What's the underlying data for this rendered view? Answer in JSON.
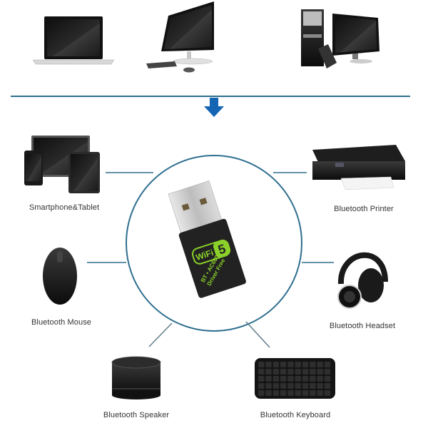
{
  "colors": {
    "line": "#2f6f8f",
    "arrow": "#1565b5",
    "device_dark": "#1b1b1b",
    "dongle_body": "#222222",
    "dongle_text": "#8bd12a",
    "usb_metal": "#c9c9c9"
  },
  "top_devices": [
    {
      "name": "laptop",
      "icon": "laptop-icon"
    },
    {
      "name": "all-in-one desktop",
      "icon": "monitor-icon"
    },
    {
      "name": "desktop tower PC",
      "icon": "desktop-tower-icon"
    }
  ],
  "center": {
    "product": "USB WiFi Bluetooth adapter",
    "badge_wifi": "WiFi",
    "badge_number": "5",
    "line1": "BT • AC600",
    "line2": "Driver Free"
  },
  "peripherals": [
    {
      "label": "Smartphone&Tablet",
      "icon": "smartphone-tablet-icon"
    },
    {
      "label": "Bluetooth Printer",
      "icon": "printer-icon"
    },
    {
      "label": "Bluetooth Mouse",
      "icon": "mouse-icon"
    },
    {
      "label": "Bluetooth Headset",
      "icon": "headset-icon"
    },
    {
      "label": "Bluetooth Speaker",
      "icon": "speaker-icon"
    },
    {
      "label": "Bluetooth Keyboard",
      "icon": "keyboard-icon"
    }
  ]
}
